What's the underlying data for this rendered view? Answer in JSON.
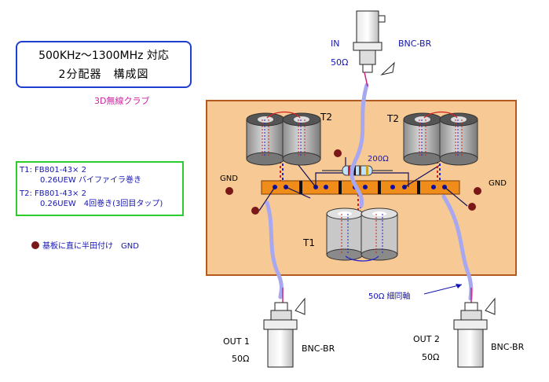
{
  "title": {
    "line1": "500KHz～1300MHz 対応",
    "line2": "2分配器　構成図"
  },
  "club": "3D無線クラブ",
  "spec": {
    "t1_line1": "T1: FB801-43× 2",
    "t1_line2": "0.26UEW バイファイラ巻き",
    "t2_line1": "T2: FB801-43× 2",
    "t2_line2": "0.26UEW　4回巻き(3回目タップ)"
  },
  "legend": "基板に直に半田付け　GND",
  "connectors": {
    "in_label": "IN",
    "in_type": "BNC-BR",
    "in_imp": "50Ω",
    "out1_label": "OUT 1",
    "out1_type": "BNC-BR",
    "out1_imp": "50Ω",
    "out2_label": "OUT 2",
    "out2_type": "BNC-BR",
    "out2_imp": "50Ω"
  },
  "board": {
    "t2_left": "T2",
    "t2_right": "T2",
    "t1": "T1",
    "resistor": "200Ω",
    "gnd_left": "GND",
    "gnd_right": "GND",
    "coax": "50Ω 細同軸"
  },
  "colors": {
    "board": "#f7c994",
    "board_border": "#b25a1f",
    "strip": "#f08c1a",
    "cable": "#a8a8f0",
    "gnd_dot": "#7a1818",
    "text_blue": "#1515b0"
  }
}
